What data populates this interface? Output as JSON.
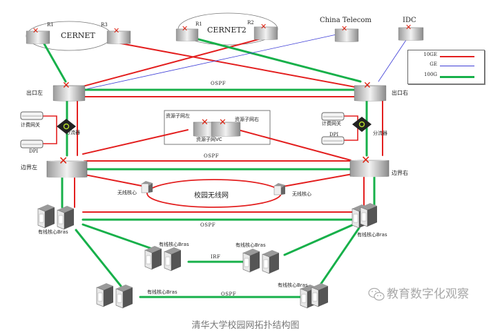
{
  "title": "清华大学校园网拓扑结构图",
  "watermark": "教育数字化观察",
  "colors": {
    "link_10ge": "#e31e1e",
    "link_ge": "#3a3ad6",
    "link_100g": "#17b04a"
  },
  "legend": [
    {
      "label": "10GE",
      "type": "10ge"
    },
    {
      "label": "GE",
      "type": "ge"
    },
    {
      "label": "100G",
      "type": "100g"
    }
  ],
  "clouds": {
    "cernet": {
      "name": "CERNET",
      "r1": "R1",
      "r3": "R3"
    },
    "cernet2": {
      "name": "CERNET2",
      "r1": "R1",
      "r2": "R2"
    }
  },
  "nodes": {
    "china_telecom": "China Telecom",
    "idc": "IDC",
    "exit_left": "出口左",
    "exit_right": "出口右",
    "billing_gw_left": "计费网关",
    "billing_gw_right": "计费网关",
    "dpi_left": "DPI",
    "dpi_right": "DPI",
    "splitter_left": "分流器",
    "splitter_right": "分流器",
    "res_left": "资源子网左",
    "res_right": "资源子网右",
    "res_vc": "资源子网VC",
    "border_left": "边界左",
    "border_right": "边界右",
    "wireless_core_left": "无线核心",
    "wireless_core_right": "无线核心",
    "campus_wireless": "校园无线网",
    "bras_1": "有线核心Bras",
    "bras_2": "有线核心Bras",
    "bras_3": "有线核心Bras",
    "bras_4": "有线核心Bras",
    "bras_5": "有线核心Bras",
    "bras_6": "有线核心Bras"
  },
  "link_labels": {
    "ospf_exit": "OSPF",
    "ospf_border": "OSPF",
    "ospf_bras_top": "OSPF",
    "irf": "IRF",
    "ospf_bras_bottom": "OSPF"
  }
}
